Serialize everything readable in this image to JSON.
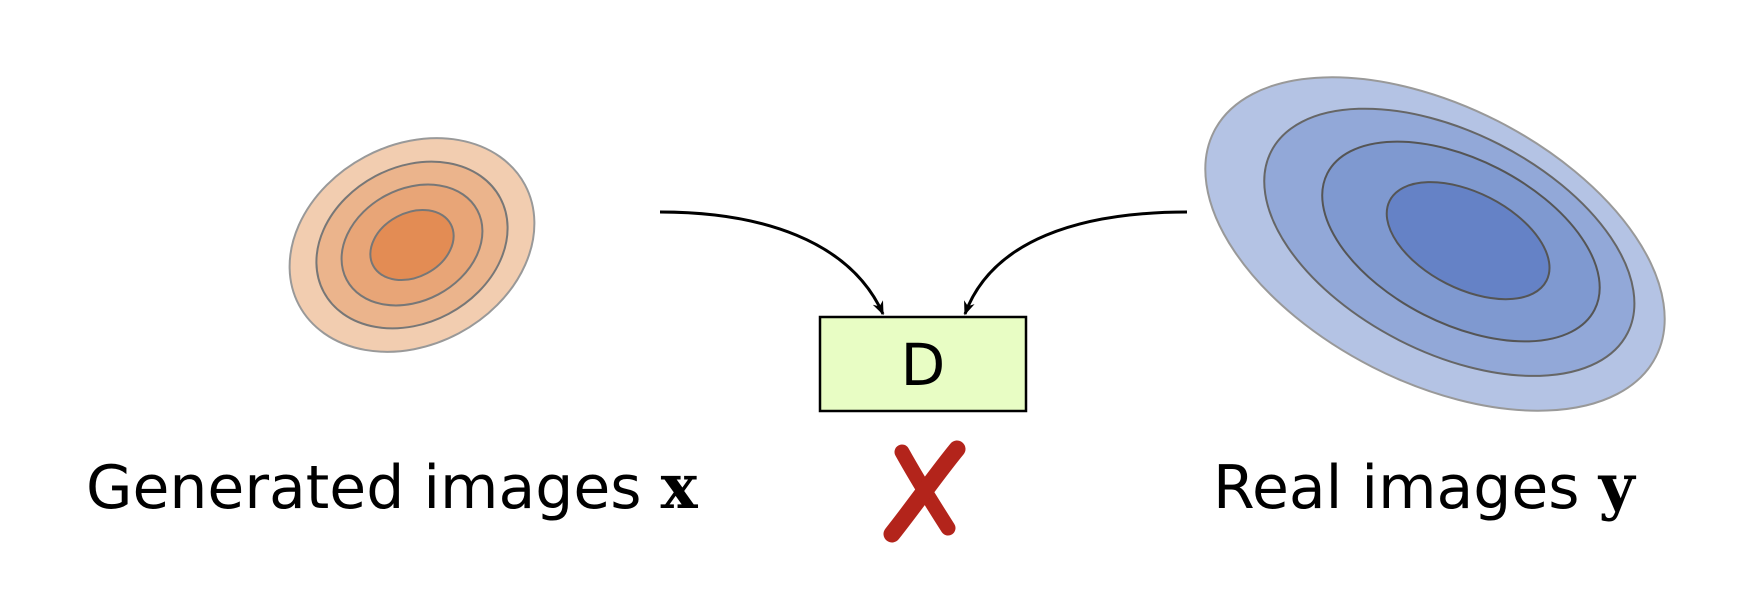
{
  "diagram": {
    "discriminator_label": "D",
    "generated": {
      "text": "Generated images",
      "variable": "x"
    },
    "real": {
      "text": "Real images",
      "variable": "y"
    },
    "status_mark": "✗"
  },
  "colors": {
    "generated_outer": "#f2cdb0",
    "generated_ring2": "#ebb48c",
    "generated_ring3": "#e8a577",
    "generated_ring4": "#e69a65",
    "generated_core": "#e38c54",
    "real_outer": "#b4c3e4",
    "real_ring2": "#92a8d8",
    "real_ring3": "#7f99d0",
    "real_core": "#6582c6",
    "box_fill": "#e8fdc4",
    "cross": "#b3241b"
  }
}
